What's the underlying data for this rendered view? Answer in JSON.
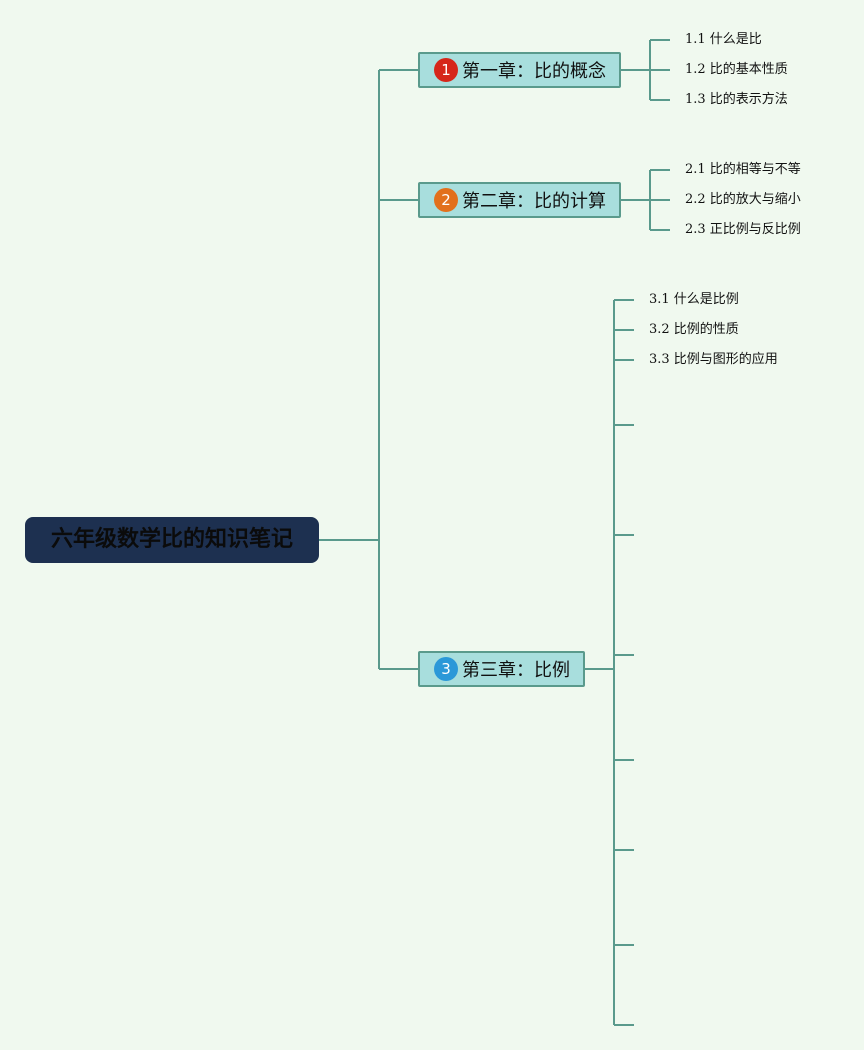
{
  "root": {
    "title": "六年级数学比的知识笔记"
  },
  "chapters": [
    {
      "number": "1",
      "badge_color": "#d6261a",
      "title": "第一章：比的概念",
      "topics": [
        "1.1 什么是比",
        "1.2 比的基本性质",
        "1.3 比的表示方法"
      ]
    },
    {
      "number": "2",
      "badge_color": "#e2701c",
      "title": "第二章：比的计算",
      "topics": [
        "2.1 比的相等与不等",
        "2.2 比的放大与缩小",
        "2.3 正比例与反比例"
      ]
    },
    {
      "number": "3",
      "badge_color": "#2b98d8",
      "title": "第三章：比例",
      "topics": [
        "3.1 什么是比例",
        "3.2 比例的性质",
        "3.3 比例与图形的应用",
        "",
        "",
        "",
        "",
        "",
        "",
        ""
      ]
    }
  ],
  "colors": {
    "line": "#5a9a8c",
    "root_bg": "#1d3050",
    "chapter_bg": "#a8dedd",
    "background": "#f0f9ef"
  }
}
